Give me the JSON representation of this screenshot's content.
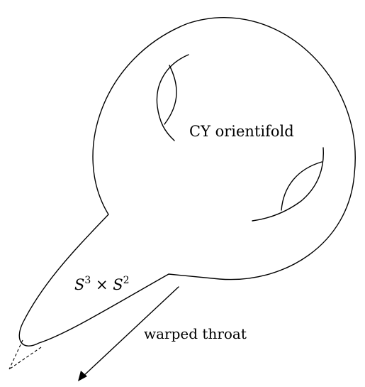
{
  "labels": {
    "manifold": "CY orientifold",
    "throat_region_main": "S",
    "throat_region_exp1": "3",
    "throat_region_times": " × ",
    "throat_region_second": "S",
    "throat_region_exp2": "2",
    "arrow_label": "warped throat"
  },
  "colors": {
    "line": "#000000",
    "background": "#ffffff"
  }
}
